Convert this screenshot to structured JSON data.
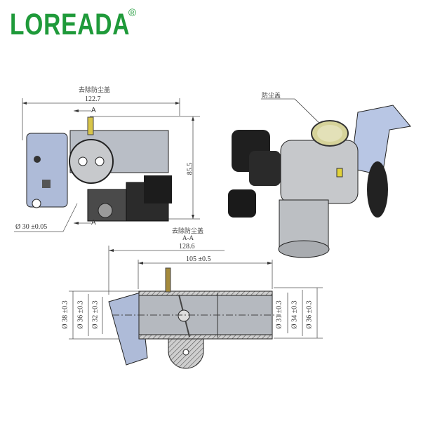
{
  "brand": {
    "name": "LOREADA",
    "registered_mark": "®",
    "color": "#1f9a3a"
  },
  "front_view": {
    "caption": "去除防尘盖",
    "width_dim": "122.7",
    "height_dim": "85.5",
    "bore_dim": "Ø 30 ±0.05",
    "section_marker_top": "A",
    "section_marker_bottom": "A"
  },
  "iso_view": {
    "callout": "防尘盖"
  },
  "section_view": {
    "caption": "去除防尘盖",
    "section_label": "A-A",
    "overall_length": "128.6",
    "body_length": "105 ±0.5",
    "left_diameters": [
      "Ø 38 ±0.3",
      "Ø 36 ±0.3",
      "Ø 32 ±0.3"
    ],
    "right_diameters": [
      "Ø 31 ±0.3",
      "Ø 34 ±0.3",
      "Ø 36 ±0.3"
    ]
  }
}
